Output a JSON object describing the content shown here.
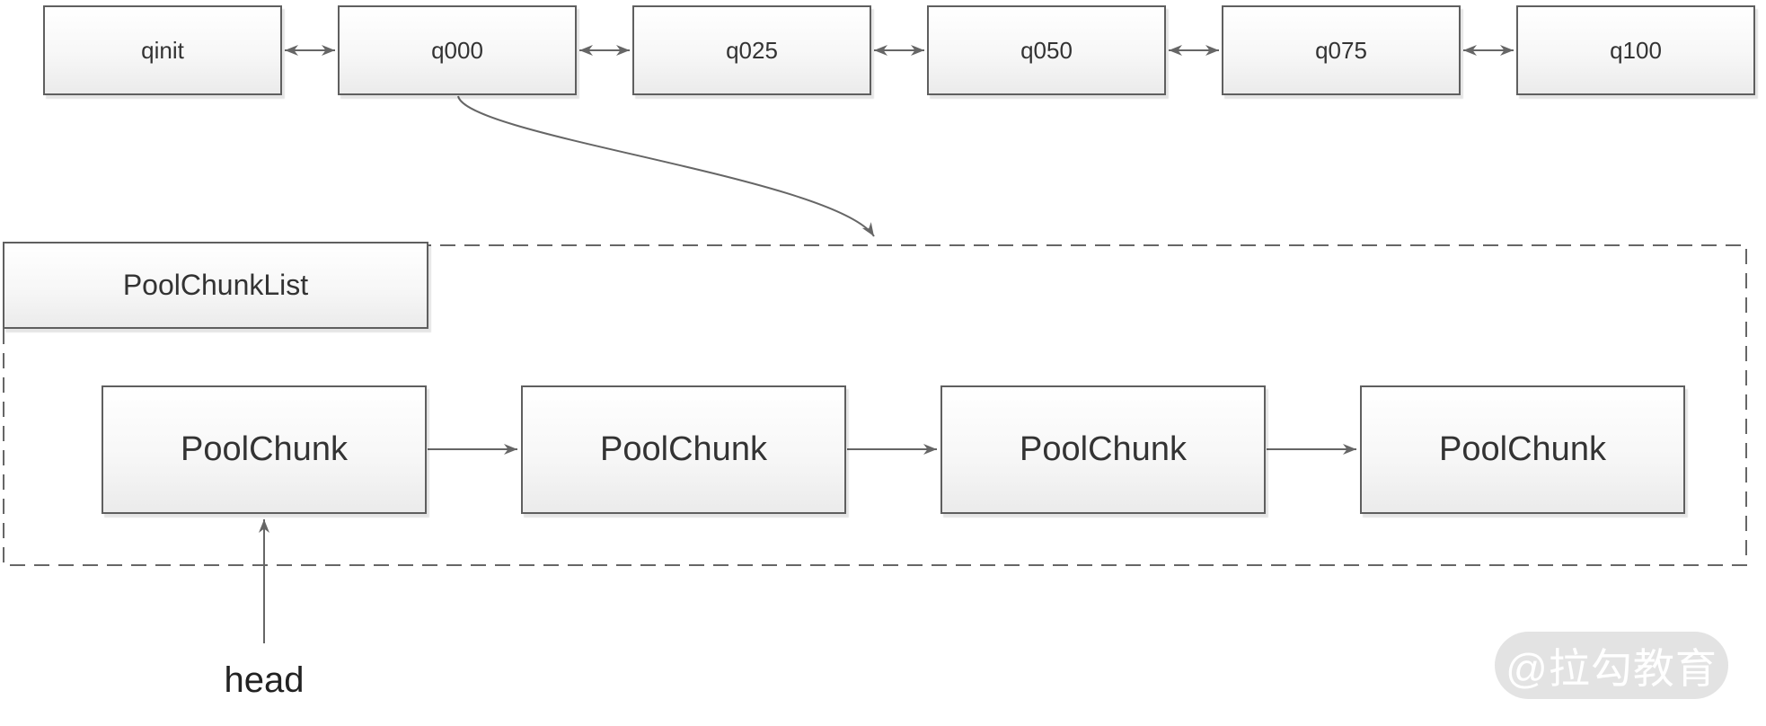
{
  "diagram": {
    "queue_row": {
      "nodes": [
        "qinit",
        "q000",
        "q025",
        "q050",
        "q075",
        "q100"
      ]
    },
    "pool_chunk_list": {
      "label": "PoolChunkList",
      "chunks": [
        "PoolChunk",
        "PoolChunk",
        "PoolChunk",
        "PoolChunk"
      ],
      "head_pointer_label": "head"
    },
    "edges": [
      {
        "from": "qinit",
        "to": "q000",
        "type": "bidirectional"
      },
      {
        "from": "q000",
        "to": "q025",
        "type": "bidirectional"
      },
      {
        "from": "q025",
        "to": "q050",
        "type": "bidirectional"
      },
      {
        "from": "q050",
        "to": "q075",
        "type": "bidirectional"
      },
      {
        "from": "q075",
        "to": "q100",
        "type": "bidirectional"
      },
      {
        "from": "q000",
        "to": "PoolChunkList",
        "type": "directed-curved"
      },
      {
        "from": "PoolChunk-1",
        "to": "PoolChunk-2",
        "type": "directed"
      },
      {
        "from": "PoolChunk-2",
        "to": "PoolChunk-3",
        "type": "directed"
      },
      {
        "from": "PoolChunk-3",
        "to": "PoolChunk-4",
        "type": "directed"
      },
      {
        "from": "head",
        "to": "PoolChunk-1",
        "type": "directed"
      }
    ]
  },
  "watermark": {
    "text": "@拉勾教育"
  },
  "colors": {
    "box_border": "#5f5f5f",
    "box_fill_top": "#ffffff",
    "box_fill_bottom": "#ebebeb",
    "arrow": "#666666",
    "text": "#333333",
    "watermark_bg": "#e3e3e3",
    "watermark_text": "#ffffff"
  }
}
